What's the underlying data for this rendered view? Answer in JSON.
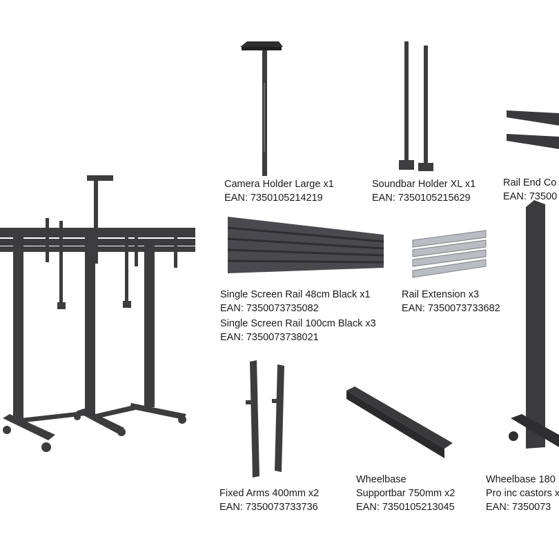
{
  "products": [
    {
      "name": "Camera Holder Large x1",
      "ean": "EAN: 7350105214219",
      "icon": "camera-holder-icon"
    },
    {
      "name": "Soundbar Holder XL x1",
      "ean": "EAN: 7350105215629",
      "icon": "soundbar-holder-icon"
    },
    {
      "name": "Rail End Co",
      "ean": "EAN: 73500",
      "icon": "rail-end-cover-icon"
    },
    {
      "name": "Single Screen Rail 48cm Black x1",
      "ean": "EAN: 7350073735082",
      "icon": "screen-rail-icon"
    },
    {
      "name": "Single Screen Rail 100cm Black x3",
      "ean": "EAN: 7350073738021"
    },
    {
      "name": "Rail Extension x3",
      "ean": "EAN: 7350073733682",
      "icon": "rail-extension-icon"
    },
    {
      "name": "Fixed Arms 400mm x2",
      "ean": "EAN: 7350073733736",
      "icon": "fixed-arms-icon"
    },
    {
      "name_line1": "Wheelbase",
      "name_line2": "Supportbar 750mm x2",
      "ean": "EAN: 7350105213045",
      "icon": "support-bar-icon"
    },
    {
      "name_line1": "Wheelbase 180",
      "name_line2": "Pro inc castors x",
      "ean": "EAN: 7350073",
      "icon": "wheelbase-column-icon"
    }
  ],
  "assembled_icon": "assembled-floor-stand-icon",
  "colors": {
    "metal": "#3f3f42",
    "metal_dark": "#2a2a2c",
    "metal_light": "#6a6a6e",
    "chrome": "#b9bcc2",
    "text": "#1a1a1a"
  }
}
